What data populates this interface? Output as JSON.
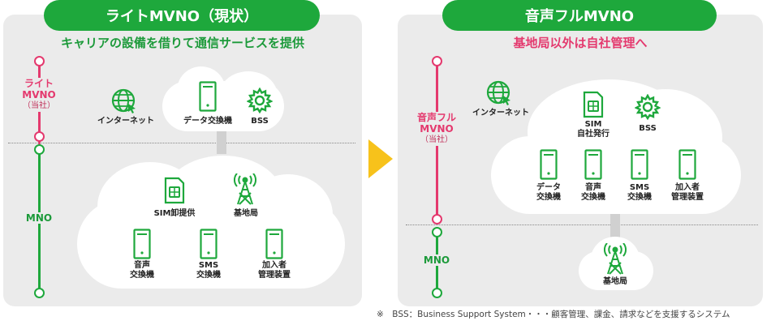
{
  "left": {
    "title": "ライトMVNO（現状）",
    "subtitle": "キャリアの設備を借りて通信サービスを提供",
    "mvno_label": "ライト\nMVNO",
    "mvno_note": "（当社）",
    "mno_label": "MNO",
    "internet": "インターネット",
    "data_switch": "データ交換機",
    "bss": "BSS",
    "sim": "SIM卸提供",
    "base_station": "基地局",
    "voice_switch": "音声\n交換機",
    "sms_switch": "SMS\n交換機",
    "subscriber": "加入者\n管理装置"
  },
  "right": {
    "title": "音声フルMVNO",
    "subtitle": "基地局以外は自社管理へ",
    "mvno_label": "音声フル\nMVNO",
    "mvno_note": "（当社）",
    "mno_label": "MNO",
    "internet": "インターネット",
    "sim": "SIM\n自社発行",
    "bss": "BSS",
    "data_switch": "データ\n交換機",
    "voice_switch": "音声\n交換機",
    "sms_switch": "SMS\n交換機",
    "subscriber": "加入者\n管理装置",
    "base_station": "基地局"
  },
  "footnote": "※　BSS：Business Support System・・・顧客管理、課金、請求などを支援するシステム",
  "colors": {
    "green": "#1ea83c",
    "pink": "#e4396e",
    "arrow": "#f7c21b",
    "panel": "#ebebeb"
  }
}
